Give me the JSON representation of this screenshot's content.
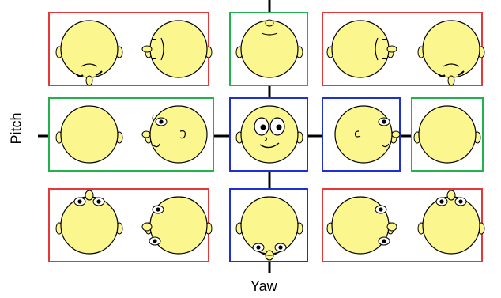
{
  "axis_labels": {
    "pitch": "Pitch",
    "yaw": "Yaw"
  },
  "colors": {
    "face_fill": "#fbf78e",
    "outline": "#000000",
    "red_box": "#e8373a",
    "green_box": "#22b14c",
    "blue_box": "#1f2fd4",
    "axis": "#000000"
  },
  "grid": {
    "rows": [
      {
        "boxes": [
          {
            "color": "red",
            "heads": [
              {
                "view": "top-down",
                "face": "down"
              },
              {
                "view": "top-left",
                "face": "left"
              }
            ]
          },
          {
            "color": "green",
            "heads": [
              {
                "view": "top",
                "face": "up"
              }
            ]
          },
          {
            "color": "red",
            "heads": [
              {
                "view": "top-right",
                "face": "right"
              },
              {
                "view": "top-down",
                "face": "down"
              }
            ]
          }
        ]
      },
      {
        "boxes": [
          {
            "color": "green",
            "heads": [
              {
                "view": "back",
                "face": "none"
              },
              {
                "view": "left-profile",
                "face": "left"
              }
            ]
          },
          {
            "color": "blue",
            "heads": [
              {
                "view": "front",
                "face": "front"
              }
            ]
          },
          {
            "color": "blue",
            "heads": [
              {
                "view": "right-profile",
                "face": "right"
              }
            ]
          },
          {
            "color": "green",
            "heads": [
              {
                "view": "back",
                "face": "none"
              }
            ]
          }
        ]
      },
      {
        "boxes": [
          {
            "color": "red",
            "heads": [
              {
                "view": "bottom-up",
                "face": "up"
              },
              {
                "view": "bottom-left",
                "face": "left"
              }
            ]
          },
          {
            "color": "blue",
            "heads": [
              {
                "view": "bottom",
                "face": "down"
              }
            ]
          },
          {
            "color": "red",
            "heads": [
              {
                "view": "bottom-right",
                "face": "right"
              },
              {
                "view": "bottom-up",
                "face": "up"
              }
            ]
          }
        ]
      }
    ]
  }
}
